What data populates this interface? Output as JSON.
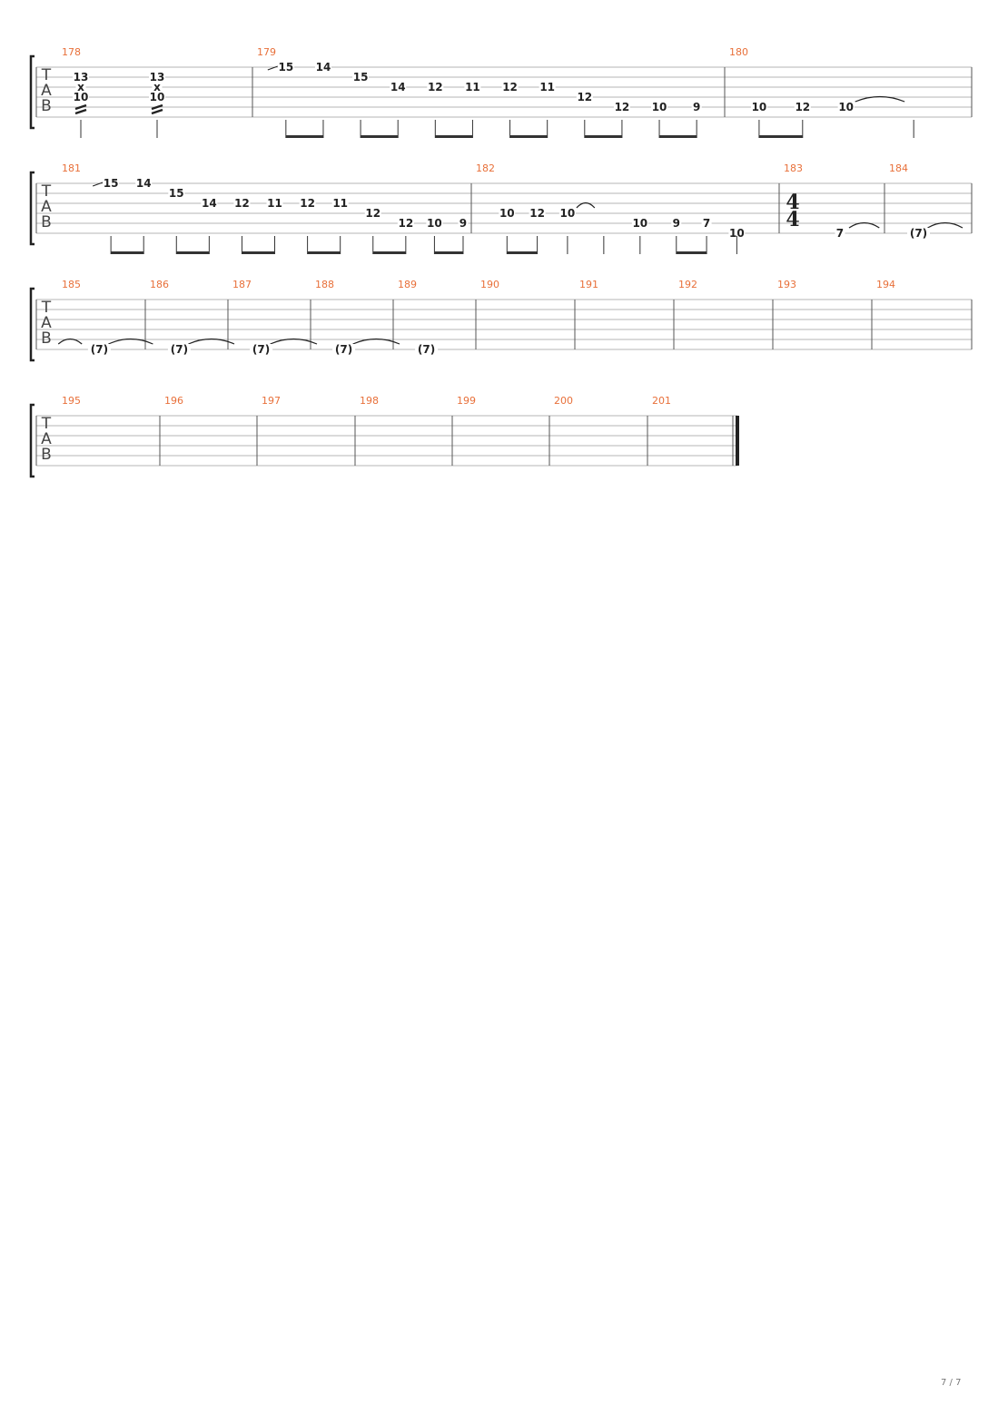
{
  "tab_clef": [
    "T",
    "A",
    "B"
  ],
  "page_number": "7 / 7",
  "systems": [
    {
      "measures": [
        {
          "num": "178",
          "time": null,
          "notes": [
            {
              "s": 1,
              "t": "13",
              "x": 0.1
            },
            {
              "s": 2,
              "t": "x",
              "x": 0.1
            },
            {
              "s": 3,
              "t": "10",
              "x": 0.1
            },
            {
              "s": 1,
              "t": "13",
              "x": 0.5
            },
            {
              "s": 2,
              "t": "x",
              "x": 0.5
            },
            {
              "s": 3,
              "t": "10",
              "x": 0.5
            }
          ],
          "stems": [
            {
              "x": 0.1,
              "beam": null
            },
            {
              "x": 0.5,
              "beam": null
            }
          ],
          "trem": [
            0.1,
            0.5
          ],
          "slides": [],
          "ties": []
        },
        {
          "num": "179",
          "time": null,
          "notes": [
            {
              "s": 0,
              "t": "15",
              "x": 0.06
            },
            {
              "s": 0,
              "t": "14",
              "x": 0.14
            },
            {
              "s": 1,
              "t": "15",
              "x": 0.22
            },
            {
              "s": 2,
              "t": "14",
              "x": 0.3
            },
            {
              "s": 2,
              "t": "12",
              "x": 0.38
            },
            {
              "s": 2,
              "t": "11",
              "x": 0.46
            },
            {
              "s": 2,
              "t": "12",
              "x": 0.54
            },
            {
              "s": 2,
              "t": "11",
              "x": 0.62
            },
            {
              "s": 3,
              "t": "12",
              "x": 0.7
            },
            {
              "s": 4,
              "t": "12",
              "x": 0.78
            },
            {
              "s": 4,
              "t": "10",
              "x": 0.86
            },
            {
              "s": 4,
              "t": "9",
              "x": 0.94
            }
          ],
          "stems": [
            {
              "x": 0.06,
              "beam": 1
            },
            {
              "x": 0.14,
              "beam": 1
            },
            {
              "x": 0.22,
              "beam": 2
            },
            {
              "x": 0.3,
              "beam": 2
            },
            {
              "x": 0.38,
              "beam": 3
            },
            {
              "x": 0.46,
              "beam": 3
            },
            {
              "x": 0.54,
              "beam": 4
            },
            {
              "x": 0.62,
              "beam": 4
            },
            {
              "x": 0.7,
              "beam": 5
            },
            {
              "x": 0.78,
              "beam": 5
            },
            {
              "x": 0.86,
              "beam": 6
            },
            {
              "x": 0.94,
              "beam": 6
            }
          ],
          "trem": [],
          "slides": [
            {
              "s": 0,
              "x": 0.06
            }
          ],
          "ties": []
        },
        {
          "num": "180",
          "time": null,
          "notes": [
            {
              "s": 4,
              "t": "10",
              "x": 0.12
            },
            {
              "s": 4,
              "t": "12",
              "x": 0.3
            },
            {
              "s": 4,
              "t": "10",
              "x": 0.48
            }
          ],
          "stems": [
            {
              "x": 0.12,
              "beam": 1
            },
            {
              "x": 0.3,
              "beam": 1
            },
            {
              "x": 0.76,
              "beam": null
            }
          ],
          "trem": [],
          "slides": [],
          "ties": [
            {
              "s": 4,
              "x1": 0.48,
              "x2": 0.76,
              "cross": false
            }
          ]
        }
      ]
    },
    {
      "measures": [
        {
          "num": "181",
          "time": null,
          "notes": [
            {
              "s": 0,
              "t": "15",
              "x": 0.12
            },
            {
              "s": 0,
              "t": "14",
              "x": 0.2
            },
            {
              "s": 1,
              "t": "15",
              "x": 0.28
            },
            {
              "s": 2,
              "t": "14",
              "x": 0.36
            },
            {
              "s": 2,
              "t": "12",
              "x": 0.44
            },
            {
              "s": 2,
              "t": "11",
              "x": 0.52
            },
            {
              "s": 2,
              "t": "12",
              "x": 0.6
            },
            {
              "s": 2,
              "t": "11",
              "x": 0.68
            },
            {
              "s": 3,
              "t": "12",
              "x": 0.76
            },
            {
              "s": 4,
              "t": "12",
              "x": 0.84
            },
            {
              "s": 4,
              "t": "10",
              "x": 0.91
            },
            {
              "s": 4,
              "t": "9",
              "x": 0.98
            }
          ],
          "stems": [
            {
              "x": 0.12,
              "beam": 1
            },
            {
              "x": 0.2,
              "beam": 1
            },
            {
              "x": 0.28,
              "beam": 2
            },
            {
              "x": 0.36,
              "beam": 2
            },
            {
              "x": 0.44,
              "beam": 3
            },
            {
              "x": 0.52,
              "beam": 3
            },
            {
              "x": 0.6,
              "beam": 4
            },
            {
              "x": 0.68,
              "beam": 4
            },
            {
              "x": 0.76,
              "beam": 5
            },
            {
              "x": 0.84,
              "beam": 5
            },
            {
              "x": 0.91,
              "beam": 6
            },
            {
              "x": 0.98,
              "beam": 6
            }
          ],
          "trem": [],
          "slides": [
            {
              "s": 0,
              "x": 0.12
            }
          ],
          "ties": []
        },
        {
          "num": "182",
          "time": null,
          "notes": [
            {
              "s": 3,
              "t": "10",
              "x": 0.1
            },
            {
              "s": 3,
              "t": "12",
              "x": 0.2
            },
            {
              "s": 3,
              "t": "10",
              "x": 0.3
            },
            {
              "s": 4,
              "t": "10",
              "x": 0.54
            },
            {
              "s": 4,
              "t": "9",
              "x": 0.66
            },
            {
              "s": 4,
              "t": "7",
              "x": 0.76
            },
            {
              "s": 5,
              "t": "10",
              "x": 0.86
            }
          ],
          "stems": [
            {
              "x": 0.1,
              "beam": 1
            },
            {
              "x": 0.2,
              "beam": 1
            },
            {
              "x": 0.3,
              "beam": null
            },
            {
              "x": 0.42,
              "beam": null
            },
            {
              "x": 0.54,
              "beam": null
            },
            {
              "x": 0.66,
              "beam": 2
            },
            {
              "x": 0.76,
              "beam": 2
            },
            {
              "x": 0.86,
              "beam": null
            }
          ],
          "trem": [],
          "slides": [],
          "ties": [
            {
              "s": 3,
              "x1": 0.3,
              "x2": 0.42,
              "cross": false
            }
          ]
        },
        {
          "num": "183",
          "time": [
            "4",
            "4"
          ],
          "notes": [
            {
              "s": 5,
              "t": "7",
              "x": 0.43
            }
          ],
          "stems": [],
          "trem": [],
          "slides": [],
          "ties": [
            {
              "s": 5,
              "x1": 0.43,
              "x2": 1.05,
              "cross": true
            }
          ]
        },
        {
          "num": "184",
          "time": null,
          "notes": [
            {
              "s": 5,
              "t": "(7)",
              "x": 0.35
            }
          ],
          "stems": [],
          "trem": [],
          "slides": [],
          "ties": [
            {
              "s": 5,
              "x1": 0.35,
              "x2": 1.0,
              "cross": false
            }
          ]
        }
      ]
    },
    {
      "measures": [
        {
          "num": "185",
          "time": null,
          "notes": [
            {
              "s": 5,
              "t": "(7)",
              "x": 0.45
            }
          ],
          "stems": [],
          "trem": [],
          "slides": [],
          "ties": [
            {
              "s": 5,
              "x1": -0.15,
              "x2": 0.35,
              "cross": false
            },
            {
              "s": 5,
              "x1": 0.45,
              "x2": 1.2,
              "cross": true
            }
          ]
        },
        {
          "num": "186",
          "time": null,
          "notes": [
            {
              "s": 5,
              "t": "(7)",
              "x": 0.37
            }
          ],
          "stems": [],
          "trem": [],
          "slides": [],
          "ties": [
            {
              "s": 5,
              "x1": 0.37,
              "x2": 1.2,
              "cross": true
            }
          ]
        },
        {
          "num": "187",
          "time": null,
          "notes": [
            {
              "s": 5,
              "t": "(7)",
              "x": 0.36
            }
          ],
          "stems": [],
          "trem": [],
          "slides": [],
          "ties": [
            {
              "s": 5,
              "x1": 0.36,
              "x2": 1.2,
              "cross": true
            }
          ]
        },
        {
          "num": "188",
          "time": null,
          "notes": [
            {
              "s": 5,
              "t": "(7)",
              "x": 0.36
            }
          ],
          "stems": [],
          "trem": [],
          "slides": [],
          "ties": [
            {
              "s": 5,
              "x1": 0.36,
              "x2": 1.2,
              "cross": true
            }
          ]
        },
        {
          "num": "189",
          "time": null,
          "notes": [
            {
              "s": 5,
              "t": "(7)",
              "x": 0.36
            }
          ],
          "stems": [],
          "trem": [],
          "slides": [],
          "ties": []
        },
        {
          "num": "190",
          "time": null,
          "notes": [],
          "stems": [],
          "trem": [],
          "slides": [],
          "ties": []
        },
        {
          "num": "191",
          "time": null,
          "notes": [],
          "stems": [],
          "trem": [],
          "slides": [],
          "ties": []
        },
        {
          "num": "192",
          "time": null,
          "notes": [],
          "stems": [],
          "trem": [],
          "slides": [],
          "ties": []
        },
        {
          "num": "193",
          "time": null,
          "notes": [],
          "stems": [],
          "trem": [],
          "slides": [],
          "ties": []
        },
        {
          "num": "194",
          "time": null,
          "notes": [],
          "stems": [],
          "trem": [],
          "slides": [],
          "ties": []
        }
      ]
    },
    {
      "measures": [
        {
          "num": "195",
          "time": null,
          "notes": [],
          "stems": [],
          "trem": [],
          "slides": [],
          "ties": []
        },
        {
          "num": "196",
          "time": null,
          "notes": [],
          "stems": [],
          "trem": [],
          "slides": [],
          "ties": []
        },
        {
          "num": "197",
          "time": null,
          "notes": [],
          "stems": [],
          "trem": [],
          "slides": [],
          "ties": []
        },
        {
          "num": "198",
          "time": null,
          "notes": [],
          "stems": [],
          "trem": [],
          "slides": [],
          "ties": []
        },
        {
          "num": "199",
          "time": null,
          "notes": [],
          "stems": [],
          "trem": [],
          "slides": [],
          "ties": []
        },
        {
          "num": "200",
          "time": null,
          "notes": [],
          "stems": [],
          "trem": [],
          "slides": [],
          "ties": []
        },
        {
          "num": "201",
          "time": null,
          "notes": [],
          "stems": [],
          "trem": [],
          "slides": [],
          "ties": []
        }
      ]
    }
  ]
}
